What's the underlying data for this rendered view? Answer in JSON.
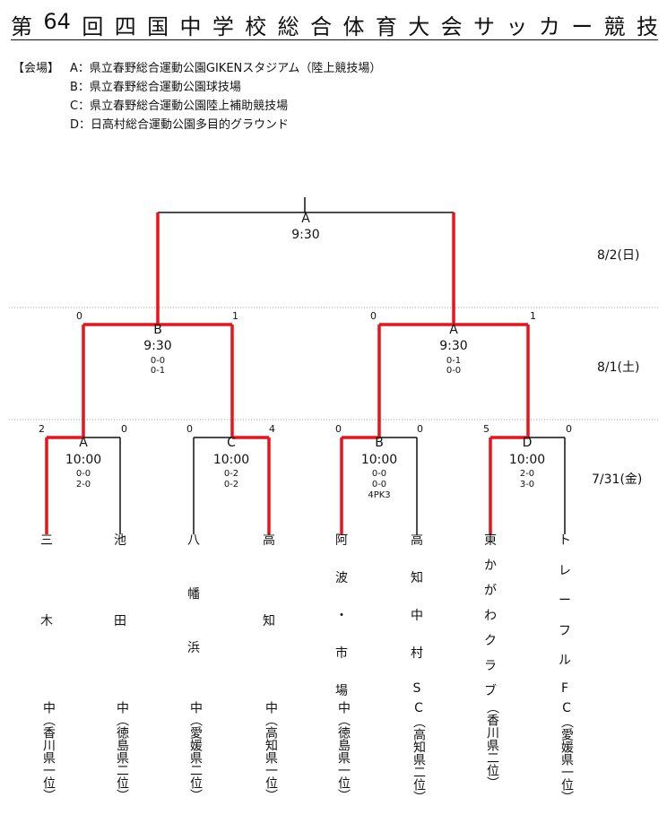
{
  "title": "第64回四国中学校総合体育大会サッカー競技",
  "title_chars": [
    "第",
    "64",
    "回",
    "四",
    "国",
    "中",
    "学",
    "校",
    "総",
    "合",
    "体",
    "育",
    "大",
    "会",
    "サ",
    "ッ",
    "カ",
    "ー",
    "競",
    "技"
  ],
  "venues": {
    "label": "【会場】",
    "items": [
      "A：県立春野総合運動公園GIKENスタジアム（陸上競技場）",
      "B：県立春野総合運動公園球技場",
      "C：県立春野総合運動公園陸上補助競技場",
      "D：日高村総合運動公園多目的グラウンド"
    ]
  },
  "days": {
    "final": "8/2(日)",
    "semi": "8/1(土)",
    "first": "7/31(金)"
  },
  "final": {
    "code": "A",
    "time": "9:30"
  },
  "semis": [
    {
      "code": "B",
      "time": "9:30",
      "halves": [
        "0-0",
        "0-1"
      ],
      "score_left": "0",
      "score_right": "1"
    },
    {
      "code": "A",
      "time": "9:30",
      "halves": [
        "0-1",
        "0-0"
      ],
      "score_left": "0",
      "score_right": "1"
    }
  ],
  "first_round": [
    {
      "code": "A",
      "time": "10:00",
      "halves": [
        "0-0",
        "2-0"
      ],
      "score_left": "2",
      "score_right": "0"
    },
    {
      "code": "C",
      "time": "10:00",
      "halves": [
        "0-2",
        "0-2"
      ],
      "score_left": "0",
      "score_right": "4"
    },
    {
      "code": "B",
      "time": "10:00",
      "halves": [
        "0-0",
        "0-0",
        "4PK3"
      ],
      "score_left": "0",
      "score_right": "0"
    },
    {
      "code": "D",
      "time": "10:00",
      "halves": [
        "2-0",
        "3-0"
      ],
      "score_left": "5",
      "score_right": "0"
    }
  ],
  "teams": [
    {
      "chars": [
        "三",
        "木"
      ],
      "suffix": "中（香川県一位）"
    },
    {
      "chars": [
        "池",
        "田"
      ],
      "suffix": "中（徳島県二位）"
    },
    {
      "chars": [
        "八",
        "幡",
        "浜"
      ],
      "suffix": "中（愛媛県二位）"
    },
    {
      "chars": [
        "高",
        "知"
      ],
      "suffix": "中（高知県一位）"
    },
    {
      "chars": [
        "阿",
        "波",
        "・",
        "市",
        "場"
      ],
      "suffix": "中（徳島県一位）"
    },
    {
      "chars": [
        "高",
        "知",
        "中",
        "村",
        "S"
      ],
      "suffix": "C（高知県二位）"
    },
    {
      "chars": [
        "東",
        "か",
        "が",
        "わ",
        "ク",
        "ラ",
        "ブ"
      ],
      "suffix": "（香川県二位）"
    },
    {
      "chars": [
        "ト",
        "レ",
        "ー",
        "フ",
        "ル",
        "F"
      ],
      "suffix": "C（愛媛県一位）"
    }
  ],
  "colors": {
    "winner": "#e8141b",
    "line": "#111111",
    "divider": "#999999"
  }
}
